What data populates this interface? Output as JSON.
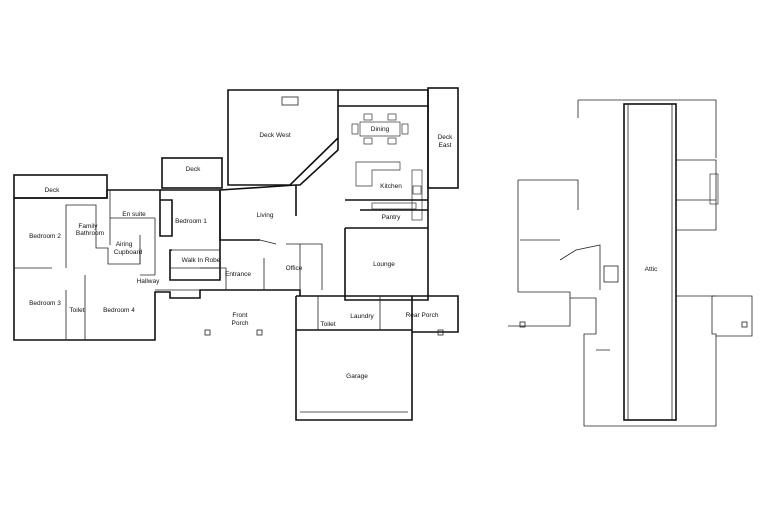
{
  "rooms": {
    "deck_left": "Deck",
    "deck_top": "Deck",
    "deck_west": "Deck West",
    "deck_east_1": "Deck",
    "deck_east_2": "East",
    "dining": "Dining",
    "kitchen": "Kitchen",
    "pantry": "Pantry",
    "living": "Living",
    "bedroom1": "Bedroom 1",
    "ensuite": "En suite",
    "family_bath_1": "Family",
    "family_bath_2": "Bathroom",
    "bedroom2": "Bedroom 2",
    "airing_1": "Airing",
    "airing_2": "Cupboard",
    "walk_in_robe": "Walk In Robe",
    "entrance": "Entrance",
    "office": "Office",
    "lounge": "Lounge",
    "hallway": "Hallway",
    "bedroom3": "Bedroom 3",
    "bedroom4": "Bedroom 4",
    "toilet_small": "Toilet",
    "front_porch_1": "Front",
    "front_porch_2": "Porch",
    "laundry": "Laundry",
    "toilet": "Toilet",
    "rear_porch": "Rear Porch",
    "garage": "Garage",
    "attic": "Attic"
  }
}
